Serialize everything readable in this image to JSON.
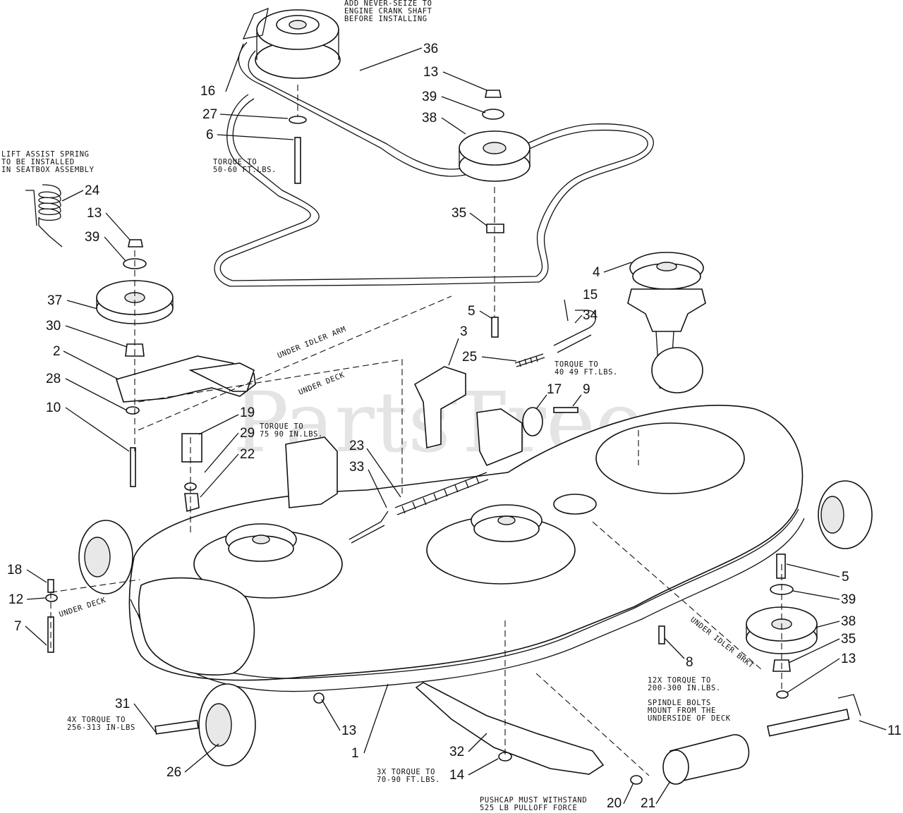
{
  "watermark": "PartsTree",
  "notes": {
    "never_seize": [
      "ADD NEVER-SEIZE TO",
      "ENGINE CRANK SHAFT",
      "BEFORE INSTALLING"
    ],
    "lift_spring": [
      "LIFT ASSIST SPRING",
      "TO BE INSTALLED",
      "IN SEATBOX ASSEMBLY"
    ],
    "torque_50_60": [
      "TORQUE TO",
      "50-60 FT.LBS."
    ],
    "torque_40_49": [
      "TORQUE TO",
      "40 49 FT.LBS."
    ],
    "torque_75_90": [
      "TORQUE TO",
      "75 90 IN.LBS."
    ],
    "under_idler_arm": "UNDER IDLER ARM",
    "under_deck_top": "UNDER DECK",
    "under_deck_left": "UNDER DECK",
    "under_idler_brkt": "UNDER IDLER BRKT",
    "torque_12x": [
      "12X TORQUE TO",
      "200-300 IN.LBS."
    ],
    "spindle_bolts": [
      "SPINDLE BOLTS",
      "MOUNT FROM THE",
      "UNDERSIDE OF DECK"
    ],
    "torque_4x": [
      "4X TORQUE TO",
      "256-313 IN-LBS"
    ],
    "torque_3x": [
      "3X TORQUE TO",
      "70-90 FT.LBS."
    ],
    "pushcap": [
      "PUSHCAP MUST WITHSTAND",
      "525 LB PULLOFF FORCE"
    ]
  },
  "callouts": {
    "c16": "16",
    "c36": "36",
    "c13a": "13",
    "c39a": "39",
    "c38a": "38",
    "c27": "27",
    "c6": "6",
    "c35a": "35",
    "c24": "24",
    "c13b": "13",
    "c39b": "39",
    "c37": "37",
    "c30": "30",
    "c2": "2",
    "c28": "28",
    "c10": "10",
    "c4": "4",
    "c15": "15",
    "c34": "34",
    "c5a": "5",
    "c3": "3",
    "c25": "25",
    "c17": "17",
    "c9": "9",
    "c19": "19",
    "c29": "29",
    "c22": "22",
    "c23": "23",
    "c33": "33",
    "c18": "18",
    "c12": "12",
    "c7": "7",
    "c5b": "5",
    "c39c": "39",
    "c38b": "38",
    "c35b": "35",
    "c13c": "13",
    "c8": "8",
    "c31": "31",
    "c13d": "13",
    "c1": "1",
    "c26": "26",
    "c32": "32",
    "c14": "14",
    "c20": "20",
    "c21": "21",
    "c11": "11"
  }
}
